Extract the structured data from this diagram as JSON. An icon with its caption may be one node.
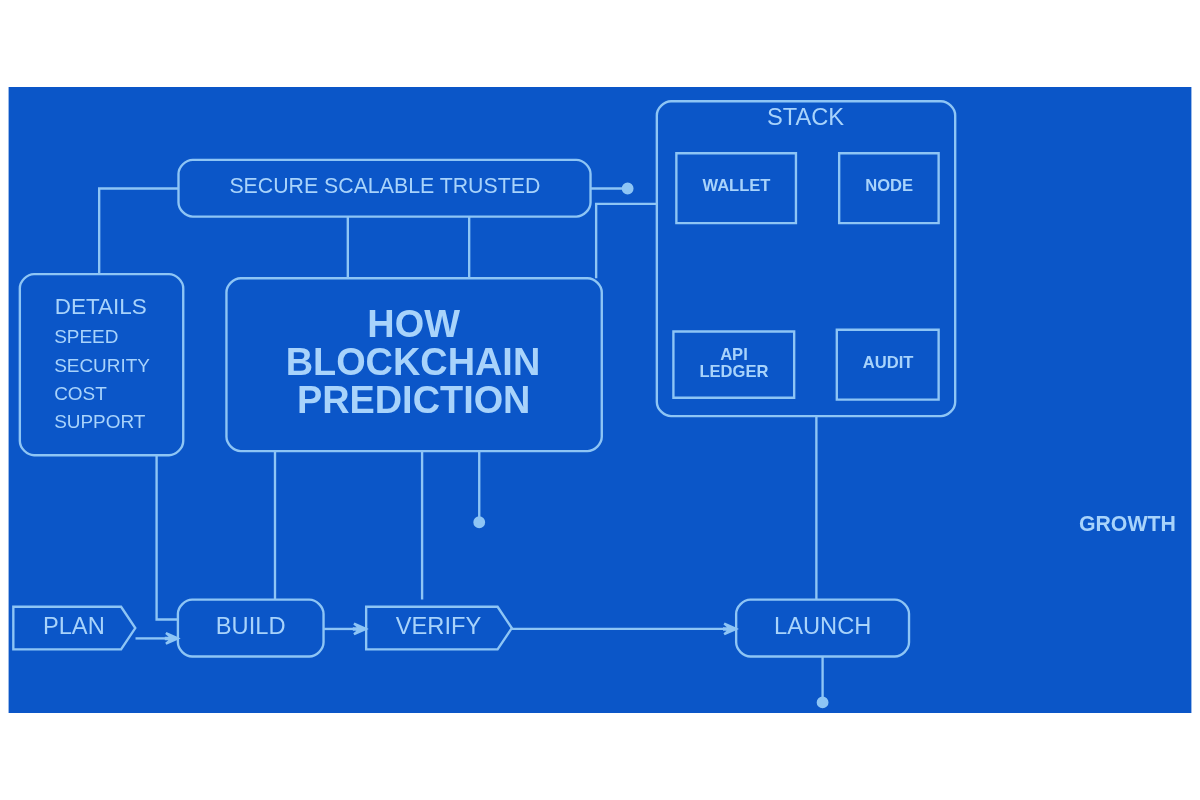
{
  "diagram": {
    "nodes": [
      {
        "text": [
          "SECURE SCALABLE TRUSTED"
        ]
      },
      {
        "text": [
          "HOW BLOCKCHAIN PREDICTION"
        ]
      },
      {
        "text": [
          "STACK"
        ]
      },
      {
        "text": [
          "WALLET"
        ],
        "in": 2
      },
      {
        "text": [
          "NODE"
        ],
        "in": 2
      },
      {
        "text": [
          "API",
          "LEDGER"
        ],
        "in": 2
      },
      {
        "text": [
          "AUDIT"
        ],
        "in": 2
      },
      {
        "text": [
          "DETAILS",
          "SPEED",
          "SECURITY",
          "COST",
          "SUPPORT"
        ]
      },
      {
        "text": [
          "PLAN"
        ]
      },
      {
        "text": [
          "BUILD"
        ]
      },
      {
        "text": [
          "VERIFY"
        ]
      },
      {
        "text": [
          "LAUNCH"
        ]
      }
    ],
    "edges": [
      {
        "from": 0,
        "to": 1,
        "arrow": "none"
      },
      {
        "from": 0,
        "to": null,
        "arrow": "other"
      },
      {
        "from": 0,
        "to": 1,
        "arrow": "none"
      },
      {
        "from": 0,
        "to": 7,
        "arrow": "none"
      },
      {
        "from": 1,
        "to": 2,
        "arrow": "none"
      },
      {
        "from": 7,
        "to": 9,
        "arrow": "none"
      },
      {
        "from": 1,
        "to": 9,
        "arrow": "none"
      },
      {
        "from": 1,
        "to": 10,
        "arrow": "none"
      },
      {
        "from": 1,
        "to": null,
        "arrow": "other"
      },
      {
        "from": 2,
        "to": 11,
        "arrow": "none"
      },
      {
        "from": 8,
        "to": 9,
        "arrow": "to"
      },
      {
        "from": 9,
        "to": 10,
        "arrow": "to"
      },
      {
        "from": 10,
        "to": 11,
        "arrow": "to"
      },
      {
        "from": 11,
        "to": null,
        "arrow": "other"
      }
    ],
    "labels": [
      "GROWTH"
    ]
  }
}
